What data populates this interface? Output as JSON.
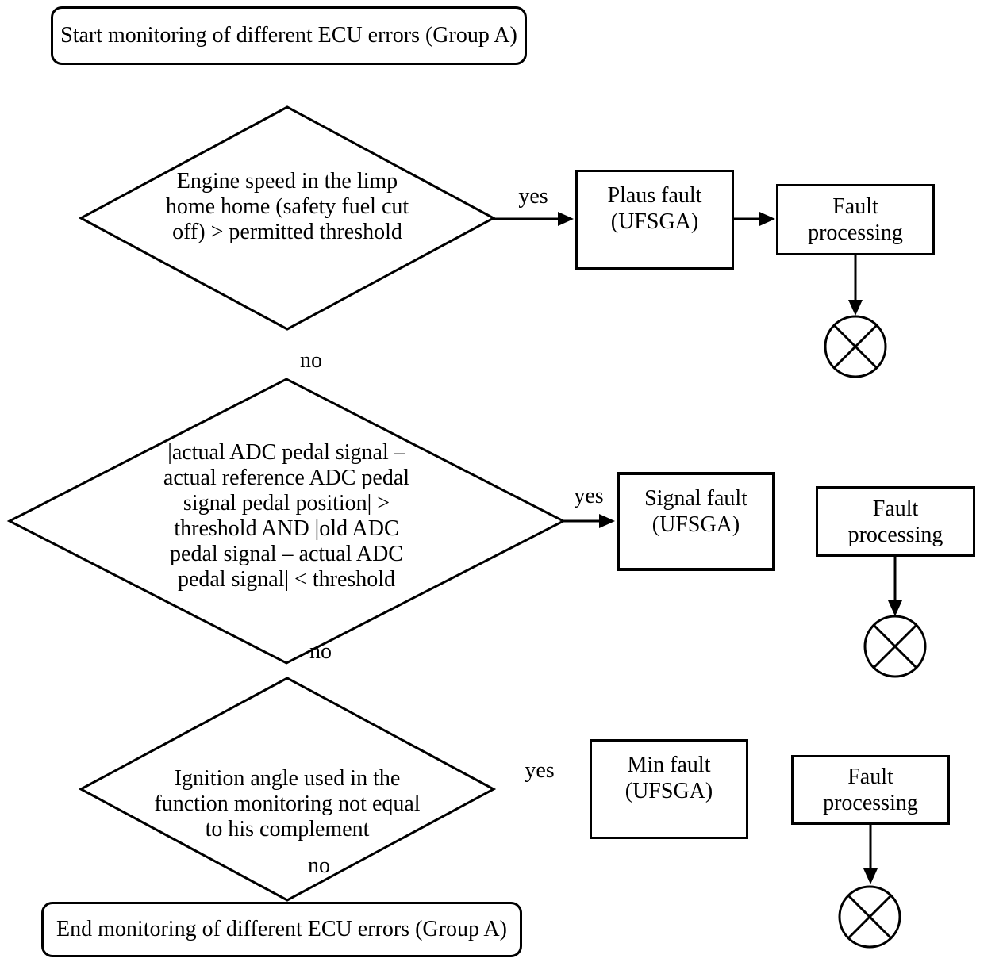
{
  "flowchart": {
    "title_hint": "ECU error monitoring flowchart (Group A)",
    "colors": {
      "stroke": "#000000",
      "background": "#ffffff",
      "text": "#000000"
    },
    "start": {
      "label": "Start monitoring of different ECU errors (Group A)"
    },
    "end": {
      "label": "End monitoring of different ECU errors (Group A)"
    },
    "decisions": [
      {
        "lines": [
          "Engine speed in the limp",
          "home home (safety fuel cut",
          "off) > permitted threshold"
        ],
        "yes_label": "yes",
        "no_label": "no"
      },
      {
        "lines": [
          "|actual ADC pedal signal –",
          "actual reference ADC pedal",
          "signal pedal position| >",
          "threshold AND |old ADC",
          "pedal signal – actual ADC",
          "pedal signal| < threshold"
        ],
        "yes_label": "yes",
        "no_label": "no"
      },
      {
        "lines": [
          "Ignition angle used in the",
          "function monitoring not equal",
          "to his complement"
        ],
        "yes_label": "yes",
        "no_label": "no"
      }
    ],
    "fault_boxes": [
      {
        "lines": [
          "Plaus fault",
          "(UFSGA)"
        ]
      },
      {
        "lines": [
          "Signal fault",
          "(UFSGA)"
        ]
      },
      {
        "lines": [
          "Min fault",
          "(UFSGA)"
        ]
      }
    ],
    "processing_boxes": [
      {
        "lines": [
          "Fault",
          "processing"
        ]
      },
      {
        "lines": [
          "Fault",
          "processing"
        ]
      },
      {
        "lines": [
          "Fault",
          "processing"
        ]
      }
    ]
  }
}
